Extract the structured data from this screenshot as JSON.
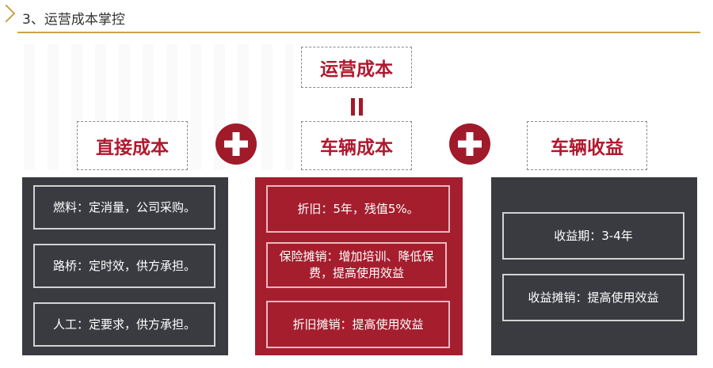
{
  "header": {
    "title": "3、运营成本掌控"
  },
  "top_box": "运营成本",
  "columns": [
    {
      "title": "直接成本",
      "items": [
        "燃料：定消量，公司采购。",
        "路桥：定时效，供方承担。",
        "人工：定要求，供方承担。"
      ]
    },
    {
      "title": "车辆成本",
      "items": [
        "折旧：5年，残值5%。",
        "保险摊销：增加培训、降低保费，提高使用效益",
        "折旧摊销：提高使用效益"
      ]
    },
    {
      "title": "车辆收益",
      "items": [
        "收益期：3-4年",
        "收益摊销：提高使用效益"
      ]
    }
  ],
  "colors": {
    "accent_red": "#a01a2a",
    "dark_panel": "#3a3b41",
    "red_panel": "#a51e2e",
    "gold_line": "#c9a24a"
  }
}
